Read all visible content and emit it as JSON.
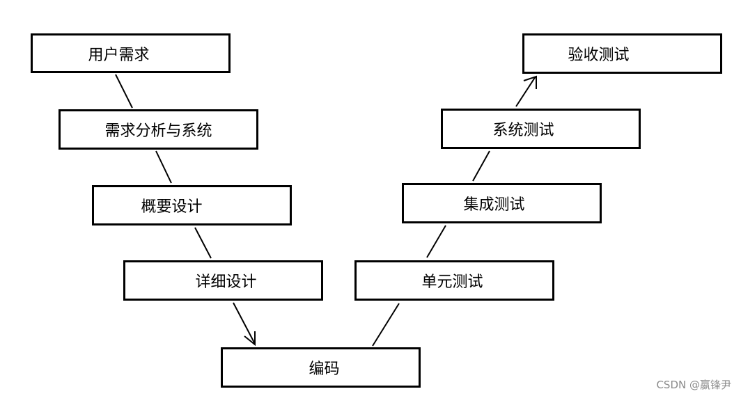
{
  "diagram": {
    "nodes": {
      "user_requirements": "用户需求",
      "requirements_analysis": "需求分析与系统",
      "high_level_design": "概要设计",
      "detailed_design": "详细设计",
      "coding": "编码",
      "unit_test": "单元测试",
      "integration_test": "集成测试",
      "system_test": "系统测试",
      "acceptance_test": "验收测试"
    },
    "edges": [
      {
        "from": "user_requirements",
        "to": "requirements_analysis",
        "arrow": false
      },
      {
        "from": "requirements_analysis",
        "to": "high_level_design",
        "arrow": false
      },
      {
        "from": "high_level_design",
        "to": "detailed_design",
        "arrow": false
      },
      {
        "from": "detailed_design",
        "to": "coding",
        "arrow": true
      },
      {
        "from": "coding",
        "to": "unit_test",
        "arrow": false
      },
      {
        "from": "unit_test",
        "to": "integration_test",
        "arrow": false
      },
      {
        "from": "integration_test",
        "to": "system_test",
        "arrow": false
      },
      {
        "from": "system_test",
        "to": "acceptance_test",
        "arrow": true
      }
    ],
    "colors": {
      "border": "#000000",
      "line": "#000000",
      "background": "#ffffff",
      "watermark": "#8a8a8a"
    }
  },
  "watermark": "CSDN @嬴锋尹"
}
